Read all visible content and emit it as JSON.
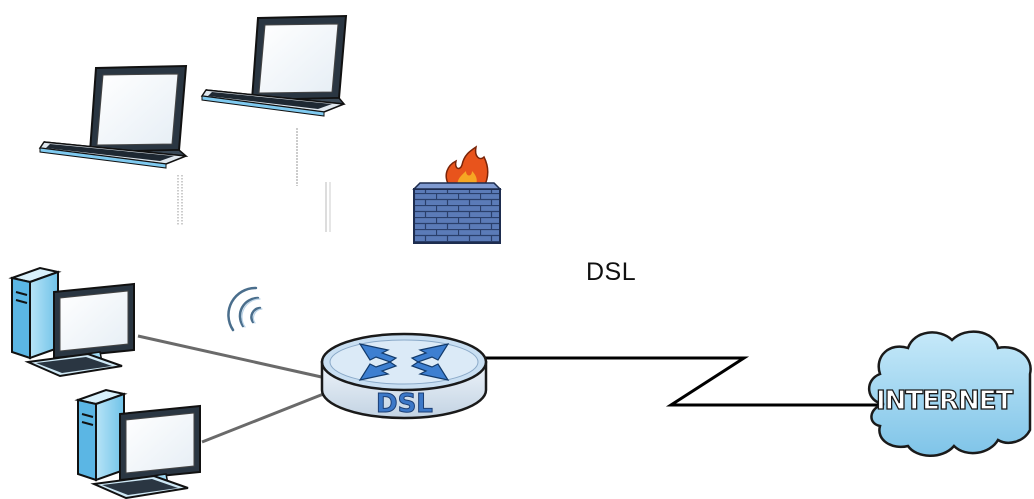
{
  "diagram": {
    "link_label": "DSL",
    "router_label": "DSL",
    "cloud_label": "INTERNET"
  },
  "icons": {
    "laptops": [
      "laptop-icon",
      "laptop-icon"
    ],
    "desktops": [
      "desktop-computer-icon",
      "desktop-computer-icon"
    ],
    "firewall": "firewall-icon",
    "wireless": "wireless-signal-icon",
    "router": "router-icon",
    "cloud": "cloud-icon"
  },
  "colors": {
    "device_blue": "#8fd3f0",
    "device_dark": "#1c2b3a",
    "firewall_brick": "#5b7bb8",
    "flame": "#e8541c",
    "router_top": "#c9dff2",
    "router_arrows": "#3d7fd1",
    "cloud_fill": "#a5d8f2",
    "link_line": "#000000",
    "lan_line": "#6a6a6a"
  }
}
